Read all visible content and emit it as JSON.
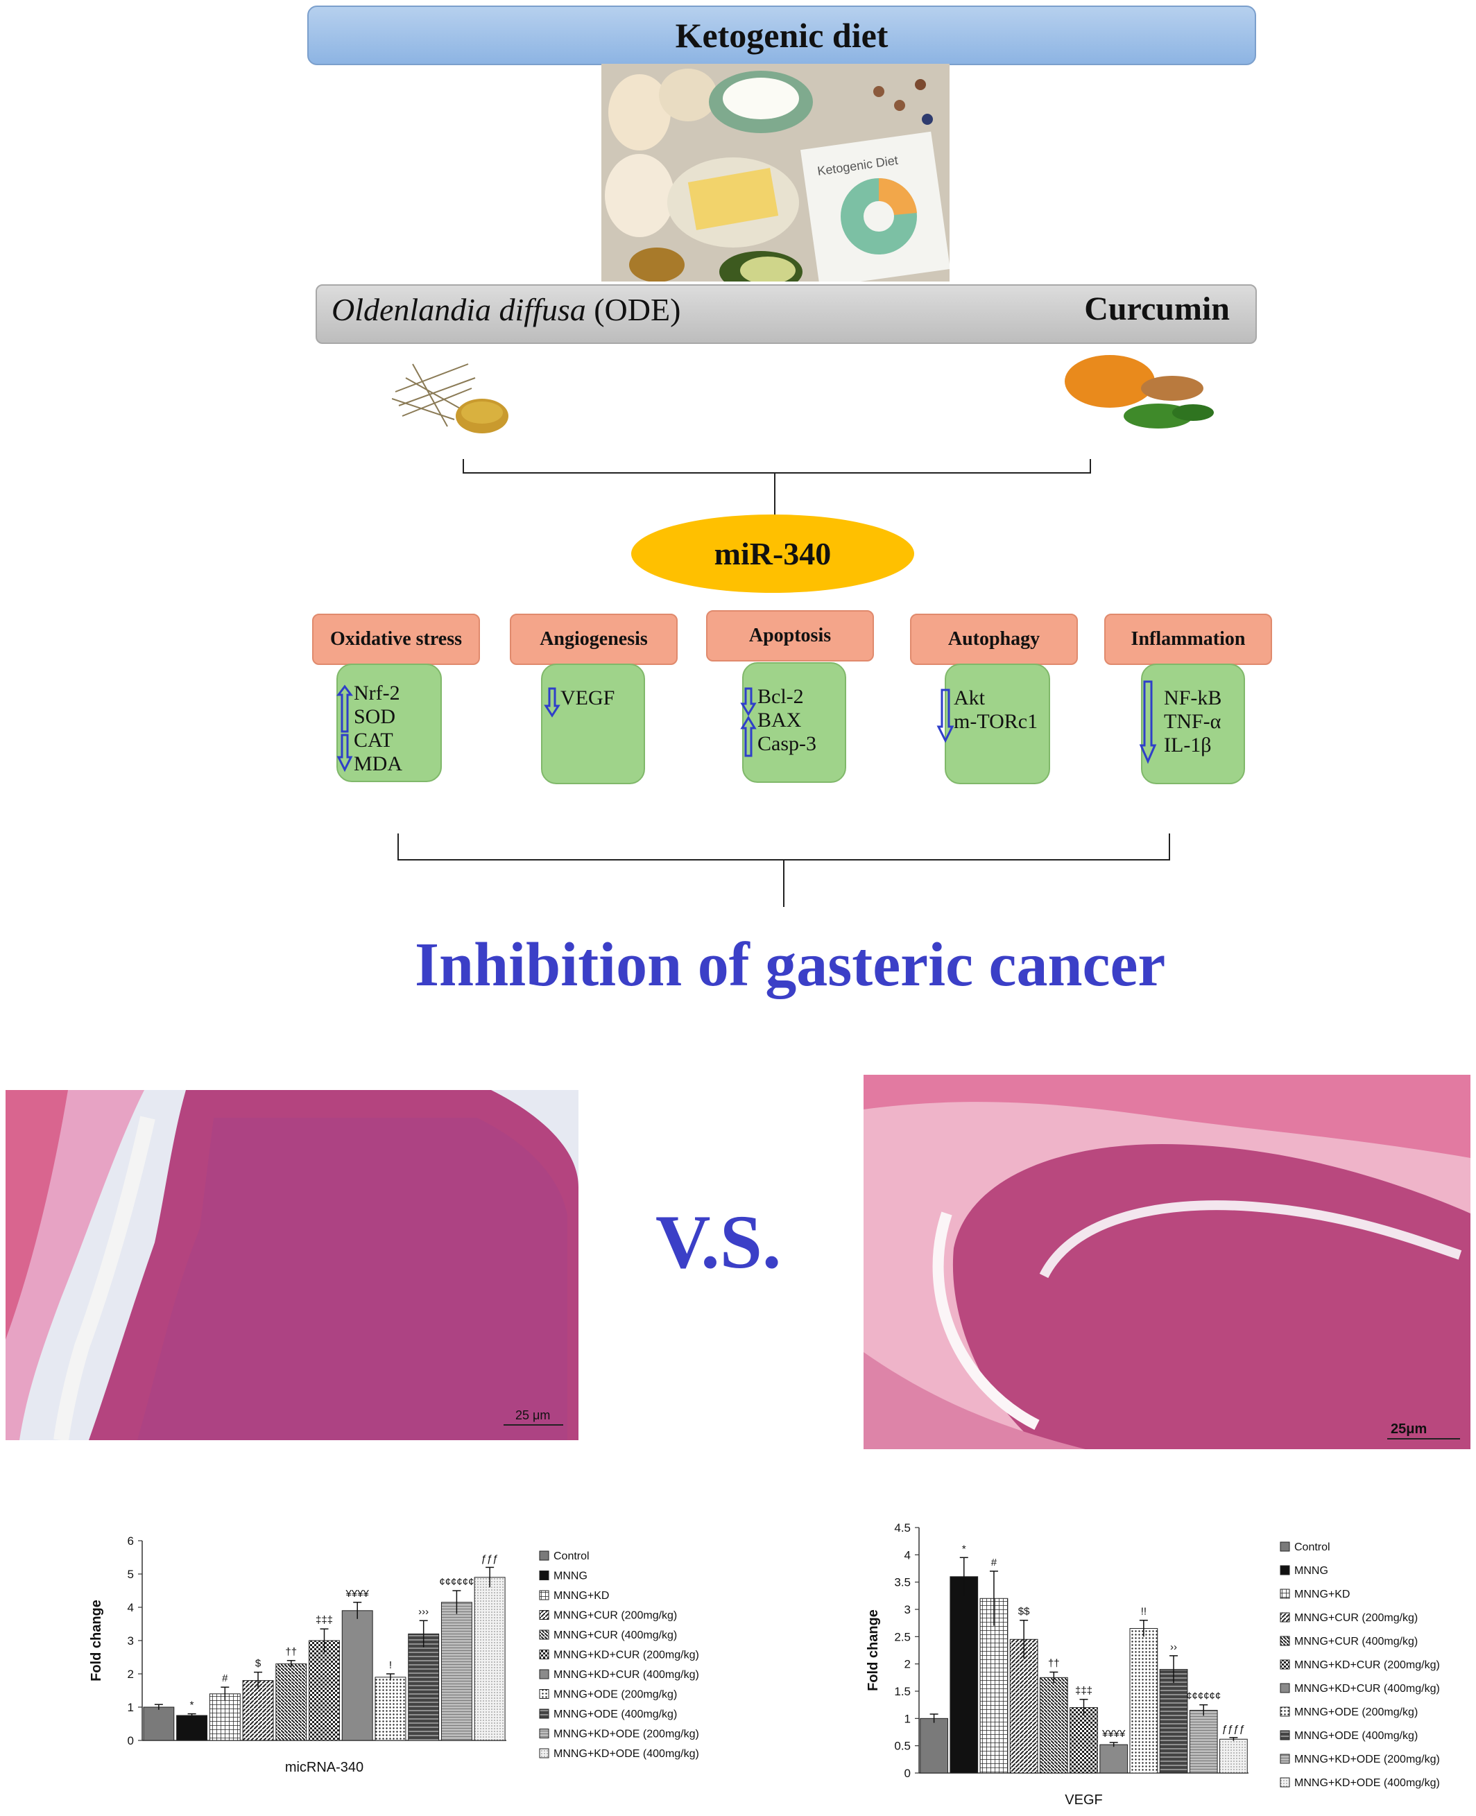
{
  "title": "Ketogenic diet",
  "herbs": {
    "left_italic": "Oldenlandia diffusa",
    "left_rest": " (ODE)",
    "right": "Curcumin"
  },
  "mirna": "miR-340",
  "categories": [
    {
      "label": "Oxidative stress",
      "items": [
        "Nrf-2",
        "SOD",
        "CAT",
        "MDA"
      ]
    },
    {
      "label": "Angiogenesis",
      "items": [
        "VEGF"
      ]
    },
    {
      "label": "Apoptosis",
      "items": [
        "Bcl-2",
        "BAX",
        "Casp-3"
      ]
    },
    {
      "label": "Autophagy",
      "items": [
        "Akt",
        "m-TORc1"
      ]
    },
    {
      "label": "Inflammation",
      "items": [
        "NF-kB",
        "TNF-α",
        "IL-1β"
      ]
    }
  ],
  "conclusion": "Inhibition of gasteric cancer",
  "comparison": "V.S.",
  "scale_bars": {
    "left": "25 μm",
    "right": "25μm"
  },
  "colors": {
    "title_bar": "#9fc0e8",
    "mirna": "#ffc000",
    "category": "#f4a58a",
    "box": "#9fd38a",
    "arrow": "#2f3fc9",
    "conclusion": "#3b3fc7"
  },
  "legend": [
    "Control",
    "MNNG",
    "MNNG+KD",
    "MNNG+CUR (200mg/kg)",
    "MNNG+CUR (400mg/kg)",
    "MNNG+KD+CUR (200mg/kg)",
    "MNNG+KD+CUR (400mg/kg)",
    "MNNG+ODE (200mg/kg)",
    "MNNG+ODE (400mg/kg)",
    "MNNG+KD+ODE (200mg/kg)",
    "MNNG+KD+ODE (400mg/kg)"
  ],
  "chart_data": [
    {
      "type": "bar",
      "xlabel": "micRNA-340",
      "ylabel": "Fold change",
      "ylim": [
        0,
        6
      ],
      "yticks": [
        "0",
        "1",
        "2",
        "3",
        "4",
        "5",
        "6"
      ],
      "categories": [
        "Control",
        "MNNG",
        "MNNG+KD",
        "MNNG+CUR (200mg/kg)",
        "MNNG+CUR (400mg/kg)",
        "MNNG+KD+CUR (200mg/kg)",
        "MNNG+KD+CUR (400mg/kg)",
        "MNNG+ODE (200mg/kg)",
        "MNNG+ODE (400mg/kg)",
        "MNNG+KD+ODE (200mg/kg)",
        "MNNG+KD+ODE (400mg/kg)"
      ],
      "values": [
        1.0,
        0.75,
        1.4,
        1.8,
        2.3,
        3.0,
        3.9,
        1.9,
        3.2,
        4.15,
        4.9
      ],
      "errors": [
        0.08,
        0.05,
        0.2,
        0.25,
        0.1,
        0.35,
        0.25,
        0.1,
        0.4,
        0.35,
        0.3
      ],
      "annotations": [
        "",
        "*",
        "#",
        "$",
        "††",
        "‡‡‡",
        "¥¥¥¥",
        "!",
        "›››",
        "¢¢¢¢¢¢",
        "ƒƒƒ"
      ]
    },
    {
      "type": "bar",
      "xlabel": "VEGF",
      "ylabel": "Fold change",
      "ylim": [
        0,
        4.5
      ],
      "yticks": [
        "0",
        "0.5",
        "1",
        "1.5",
        "2",
        "2.5",
        "3",
        "3.5",
        "4",
        "4.5"
      ],
      "categories": [
        "Control",
        "MNNG",
        "MNNG+KD",
        "MNNG+CUR (200mg/kg)",
        "MNNG+CUR (400mg/kg)",
        "MNNG+KD+CUR (200mg/kg)",
        "MNNG+KD+CUR (400mg/kg)",
        "MNNG+ODE (200mg/kg)",
        "MNNG+ODE (400mg/kg)",
        "MNNG+KD+ODE (200mg/kg)",
        "MNNG+KD+ODE (400mg/kg)"
      ],
      "values": [
        1.0,
        3.6,
        3.2,
        2.45,
        1.75,
        1.2,
        0.52,
        2.65,
        1.9,
        1.15,
        0.62
      ],
      "errors": [
        0.08,
        0.35,
        0.5,
        0.35,
        0.1,
        0.15,
        0.04,
        0.15,
        0.25,
        0.1,
        0.03
      ],
      "annotations": [
        "",
        "*",
        "#",
        "$$",
        "††",
        "‡‡‡",
        "¥¥¥¥",
        "!!",
        "››",
        "¢¢¢¢¢¢",
        "ƒƒƒƒ"
      ]
    }
  ]
}
